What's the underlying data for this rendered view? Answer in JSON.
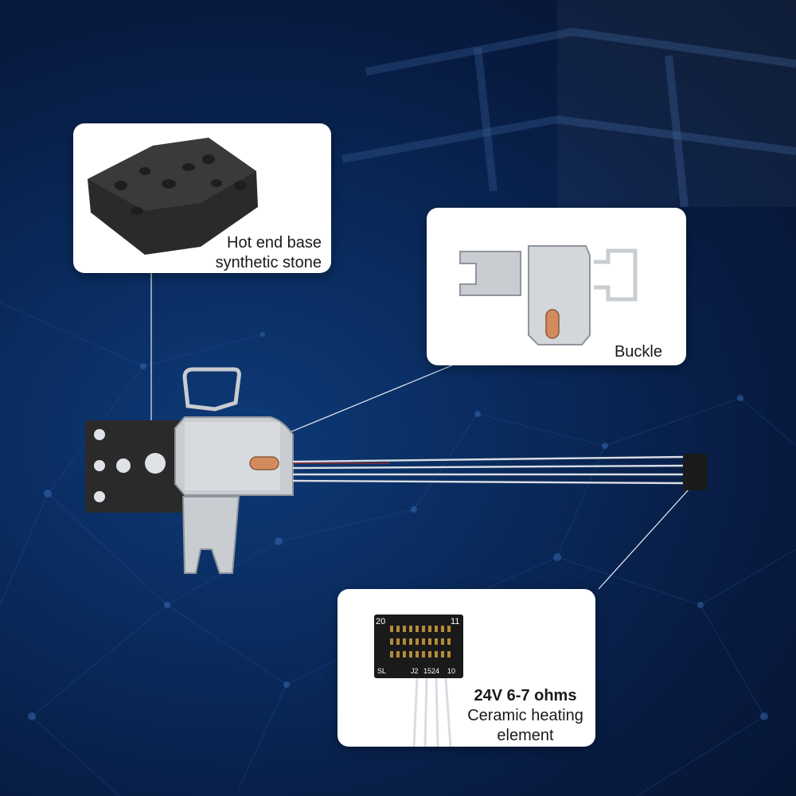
{
  "callouts": {
    "base": {
      "line1": "Hot end base",
      "line2": "synthetic stone"
    },
    "buckle": {
      "label": "Buckle"
    },
    "heater": {
      "spec": "24V 6-7 ohms",
      "line1": "Ceramic heating",
      "line2": "element",
      "connector_pins": {
        "left": "20",
        "right": "11",
        "bottom_left": "SL",
        "bottom_mid": "J2",
        "bottom_code": "1524",
        "bottom_right": "10"
      }
    }
  },
  "colors": {
    "background": "#0a2a5c",
    "card": "#ffffff",
    "stone": "#2a2a2a",
    "metal": "#c9ccd1",
    "copper": "#d38b5d",
    "wire": "#d8dde3",
    "connector": "#1a1a1a"
  }
}
